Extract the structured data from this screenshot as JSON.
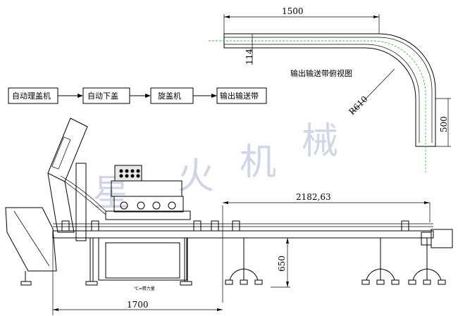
{
  "flow": {
    "steps": [
      "自动理盖机",
      "自动下盖",
      "旋盖机",
      "输出输送带"
    ]
  },
  "top_view": {
    "title": "输出输送带俯视图",
    "dim_length": "1500",
    "dim_width": "114",
    "dim_radius": "R610",
    "dim_drop": "500"
  },
  "side_view": {
    "dim_conveyor": "2182,63",
    "dim_height": "650",
    "dim_base": "1700",
    "small_label": "℃=精力量"
  },
  "watermark": "星火机械"
}
